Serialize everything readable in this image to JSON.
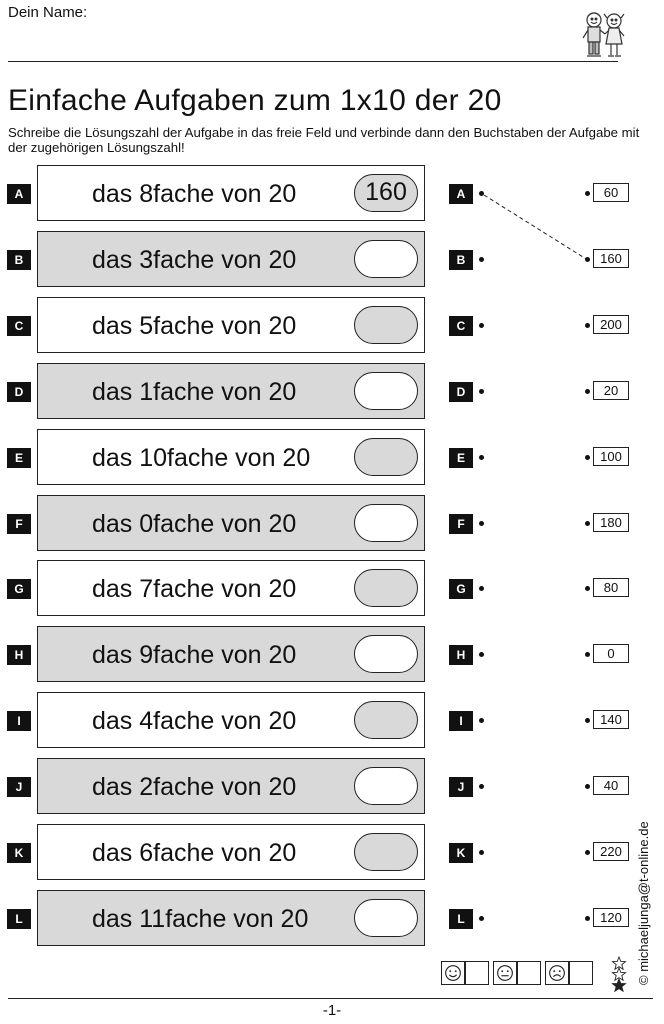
{
  "header": {
    "name_label": "Dein Name:"
  },
  "title": "Einfache Aufgaben zum 1x10 der 20",
  "instruction": "Schreibe die Lösungszahl der Aufgabe in das freie Feld und verbinde dann den Buchstaben der Aufgabe mit der zugehörigen Lösungszahl!",
  "tasks": [
    {
      "letter": "A",
      "text": "das 8fache von 20",
      "answer": "160"
    },
    {
      "letter": "B",
      "text": "das 3fache von 20",
      "answer": ""
    },
    {
      "letter": "C",
      "text": "das 5fache von 20",
      "answer": ""
    },
    {
      "letter": "D",
      "text": "das 1fache von 20",
      "answer": ""
    },
    {
      "letter": "E",
      "text": "das 10fache von 20",
      "answer": ""
    },
    {
      "letter": "F",
      "text": "das 0fache von 20",
      "answer": ""
    },
    {
      "letter": "G",
      "text": "das 7fache von 20",
      "answer": ""
    },
    {
      "letter": "H",
      "text": "das 9fache von 20",
      "answer": ""
    },
    {
      "letter": "I",
      "text": "das 4fache von 20",
      "answer": ""
    },
    {
      "letter": "J",
      "text": "das 2fache von 20",
      "answer": ""
    },
    {
      "letter": "K",
      "text": "das 6fache von 20",
      "answer": ""
    },
    {
      "letter": "L",
      "text": "das 11fache von 20",
      "answer": ""
    }
  ],
  "solutions": [
    "60",
    "160",
    "200",
    "20",
    "100",
    "180",
    "80",
    "0",
    "140",
    "40",
    "220",
    "120"
  ],
  "example_connection": {
    "from_letter": "A",
    "to_solution": "160"
  },
  "footer": {
    "copyright": "© michaeljunga@t-online.de",
    "page_number": "-1-",
    "rating_faces": [
      "happy-face-icon",
      "neutral-face-icon",
      "sad-face-icon"
    ]
  },
  "colors": {
    "row_shade": "#d9d9d9",
    "badge": "#111111"
  }
}
